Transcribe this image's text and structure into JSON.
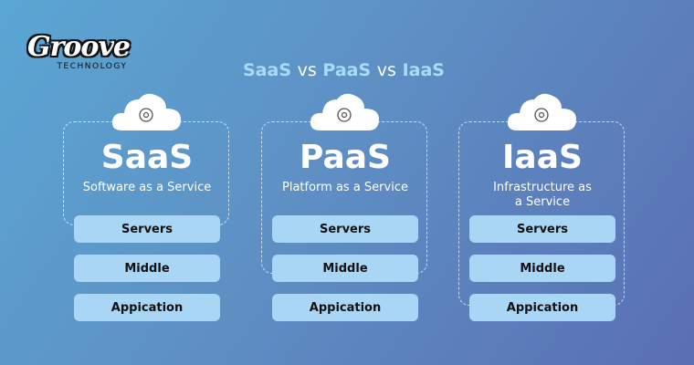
{
  "logo": {
    "name": "Groove",
    "sub": "TECHNOLOGY"
  },
  "title": {
    "part1": "SaaS",
    "vs1": "vs",
    "part2": "PaaS",
    "vs2": "vs",
    "part3": "IaaS"
  },
  "columns": [
    {
      "name": "SaaS",
      "subtitle": "Software as a Service",
      "icon": "cloud-gear-circuit-icon",
      "layers": [
        "Servers",
        "Middle",
        "Appication"
      ]
    },
    {
      "name": "PaaS",
      "subtitle": "Platform as a Service",
      "icon": "cloud-gear-icon",
      "layers": [
        "Servers",
        "Middle",
        "Appication"
      ]
    },
    {
      "name": "IaaS",
      "subtitle": "Infrastructure as a Service",
      "icon": "cloud-server-icon",
      "layers": [
        "Servers",
        "Middle",
        "Appication"
      ]
    }
  ]
}
